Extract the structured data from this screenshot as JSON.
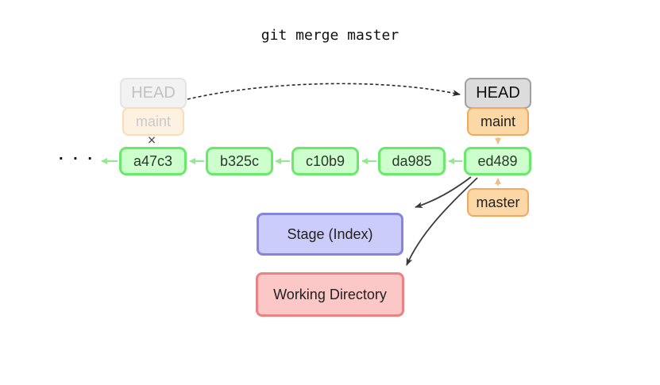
{
  "title": "git merge master",
  "diagram": {
    "left_pointer": {
      "head": "HEAD",
      "branch": "maint",
      "detached_mark": "×"
    },
    "right_pointer": {
      "head": "HEAD",
      "branch": "maint"
    },
    "commits": [
      "a47c3",
      "b325c",
      "c10b9",
      "da985",
      "ed489"
    ],
    "history_ellipsis": "· · ·",
    "branches": {
      "master": "master"
    },
    "areas": {
      "stage": "Stage (Index)",
      "working_directory": "Working Directory"
    }
  },
  "colors": {
    "commit_fill": "#ccffcc",
    "commit_border": "#6ae86a",
    "commit_arrow": "#90ea90",
    "head_fill": "#dcdcdc",
    "head_border": "#a0a0a0",
    "branch_fill": "#fdd8a7",
    "branch_border": "#f1a960",
    "branch_arrow": "#f4bd85",
    "faded_head_fill": "#f2f2f2",
    "faded_head_border": "#e3e3e3",
    "faded_branch_fill": "#fdf2e2",
    "faded_branch_border": "#fbdcb3",
    "stage_fill": "#ccccfb",
    "stage_border": "#8585de",
    "workdir_fill": "#fcc7c7",
    "workdir_border": "#ea8383",
    "flow_arrow": "#3a3a3a",
    "head_move_arrow": "#2a2a2a"
  }
}
